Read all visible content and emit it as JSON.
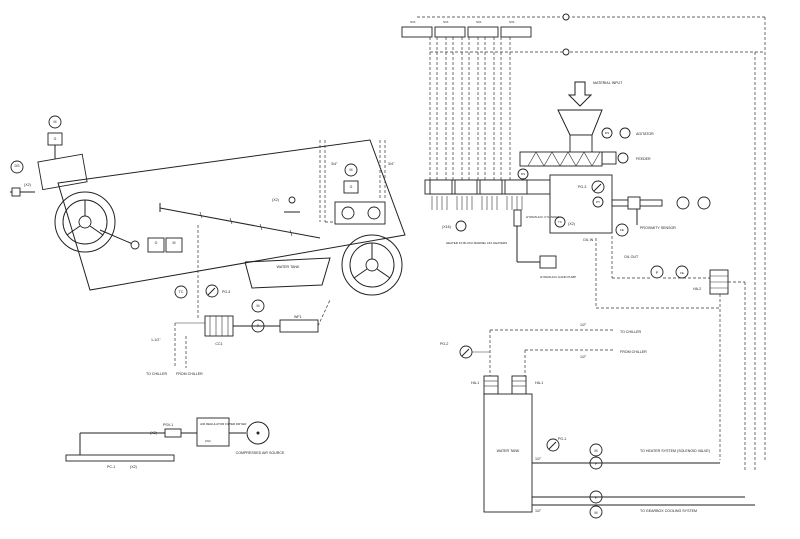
{
  "diagram": {
    "conveyor": {
      "gearbox_top": "G",
      "motor_top": "M",
      "ds": "DS",
      "x2": "(X2)",
      "gearbox_bottom": "G",
      "motor_bottom": "M",
      "gearbox_right": "G",
      "motor_right": "M",
      "water_tank": "WATER TANK",
      "size_left": "3/4\"",
      "size_right": "3/4\"",
      "tc": "TC",
      "pg4": "PG-4",
      "cc1": "CC1",
      "pump": "P",
      "motor_pump": "M",
      "wf1": "WF1",
      "size_chiller": "1-1/2\"",
      "to_chiller": "TO CHILLER",
      "from_chiller": "FROM CHILLER"
    },
    "air": {
      "psv": "PSV-1",
      "x2": "(X2)",
      "regulator": "AIR REGULATOR FILTER DRYER",
      "reg_x2": "(X2)",
      "compressed_air": "COMPRESSED AIR SOURCE",
      "pc": "PC-1",
      "pc_x2": "(X2)"
    },
    "extruder": {
      "valves": [
        "SV1",
        "SV1",
        "SV1",
        "SV1"
      ],
      "material_input": "MATERIAL INPUT",
      "agitator": "AGITATOR",
      "feeder": "FEEDER",
      "ds": "DS",
      "pg3": "PG-3",
      "pt": "PT",
      "tc": "TC",
      "x2": "(X2)",
      "heater_label": "HEATER 4X BLOCK BARREL 16X HEATERS",
      "x16": "(X16)",
      "hyd_cylinder": "HYDRAULIC CYLINDER",
      "hand_pump": "HYDRAULIC HAND PUMP",
      "oil_in": "OIL IN",
      "oil_out": "OIL OUT",
      "fe": "FE",
      "proximity": "PROXIMITY SENSOR",
      "ha2": "HA-2"
    },
    "tank": {
      "pg2": "PG-2",
      "ha1a": "HA-1",
      "ha1b": "HA-1",
      "water_tank": "WATER TANK",
      "size1": "1/2\"",
      "size2": "1/2\"",
      "to_chiller": "TO CHILLER",
      "from_chiller": "FROM CHILLER",
      "pg1": "PG-1",
      "size3": "1/2\"",
      "size4": "1/2\"",
      "to_heater": "TO HEATER SYSTEM (SOLENOID VALVE)",
      "to_gearbox": "TO GEARBOX COOLING SYSTEM",
      "m": "M",
      "p": "P"
    }
  }
}
